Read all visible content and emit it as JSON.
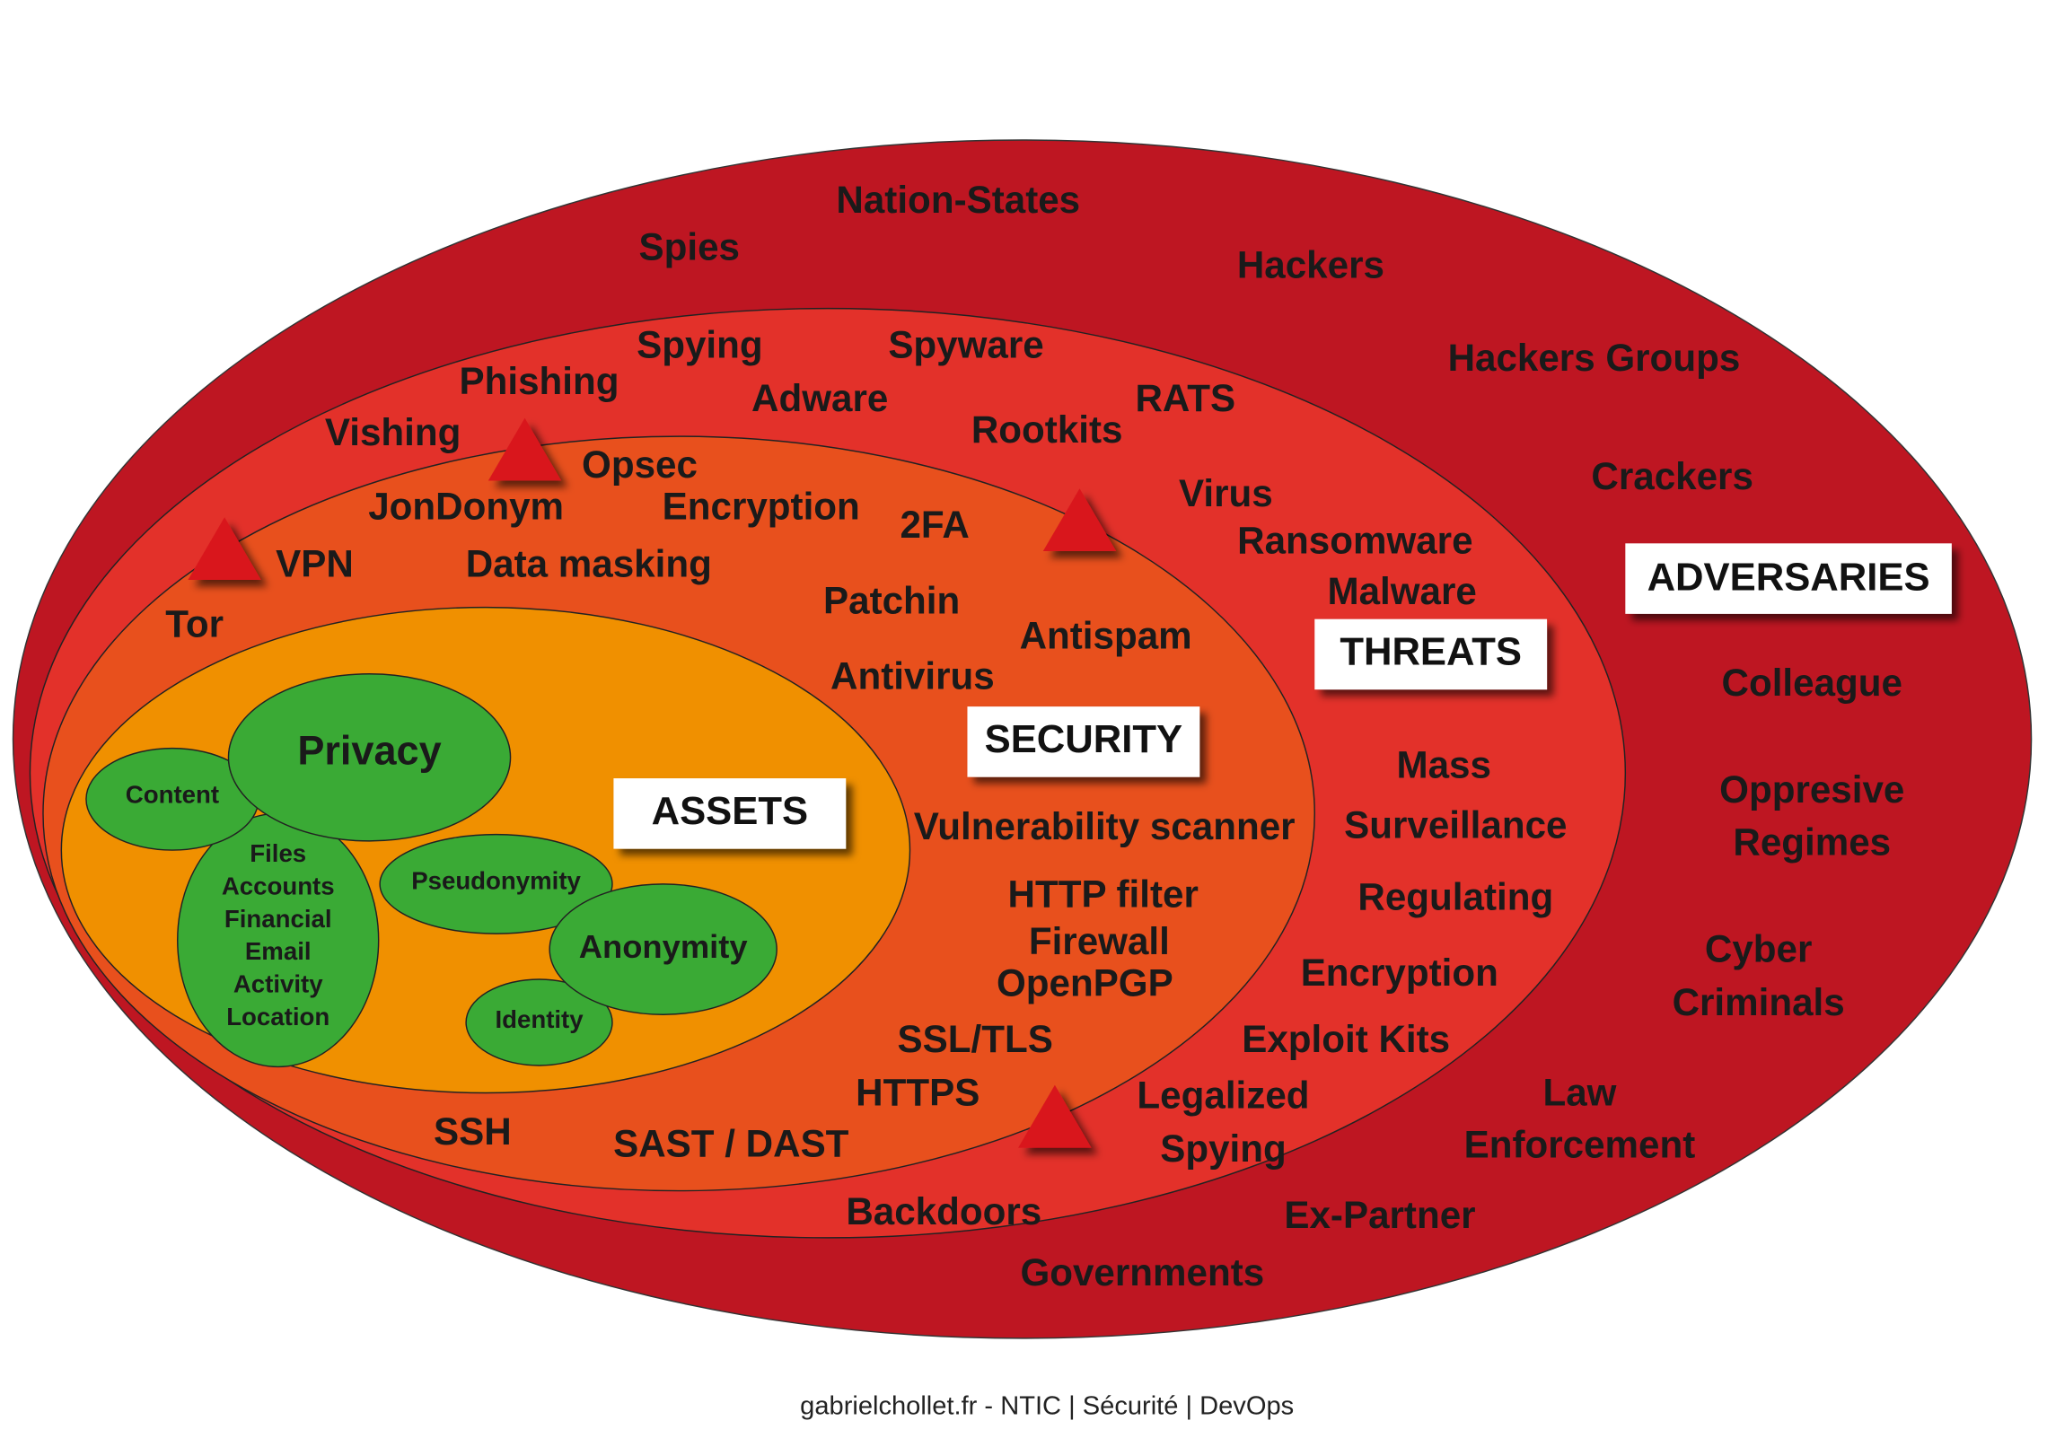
{
  "colors": {
    "adversaries": "#be1622",
    "threats": "#e3312a",
    "security": "#e8501d",
    "assets": "#f09000",
    "green": "#3aaa35",
    "warning": "#d9141b"
  },
  "labels": {
    "adversaries": "ADVERSARIES",
    "threats": "THREATS",
    "security": "SECURITY",
    "assets": "ASSETS"
  },
  "adversaries": [
    "Nation-States",
    "Spies",
    "Hackers",
    "Hackers Groups",
    "Crackers",
    "Colleague",
    "Oppresive",
    "Regimes",
    "Cyber",
    "Criminals",
    "Law",
    "Enforcement",
    "Ex-Partner",
    "Governments"
  ],
  "threats": [
    "Spying",
    "Spyware",
    "Phishing",
    "Adware",
    "RATS",
    "Vishing",
    "Rootkits",
    "Virus",
    "Ransomware",
    "Malware",
    "Mass",
    "Surveillance",
    "Regulating",
    "Encryption",
    "Exploit Kits",
    "Legalized",
    "Spying",
    "Backdoors"
  ],
  "security": [
    "Opsec",
    "JonDonym",
    "Encryption",
    "2FA",
    "VPN",
    "Data masking",
    "Tor",
    "Patchin",
    "Antispam",
    "Antivirus",
    "Vulnerability scanner",
    "HTTP filter",
    "Firewall",
    "OpenPGP",
    "SSL/TLS",
    "HTTPS",
    "SSH",
    "SAST / DAST"
  ],
  "assets": {
    "privacy": "Privacy",
    "content": "Content",
    "files": [
      "Files",
      "Accounts",
      "Financial",
      "Email",
      "Activity",
      "Location"
    ],
    "pseudonymity": "Pseudonymity",
    "anonymity": "Anonymity",
    "identity": "Identity"
  },
  "footer": "gabrielchollet.fr - NTIC | Sécurité | DevOps"
}
